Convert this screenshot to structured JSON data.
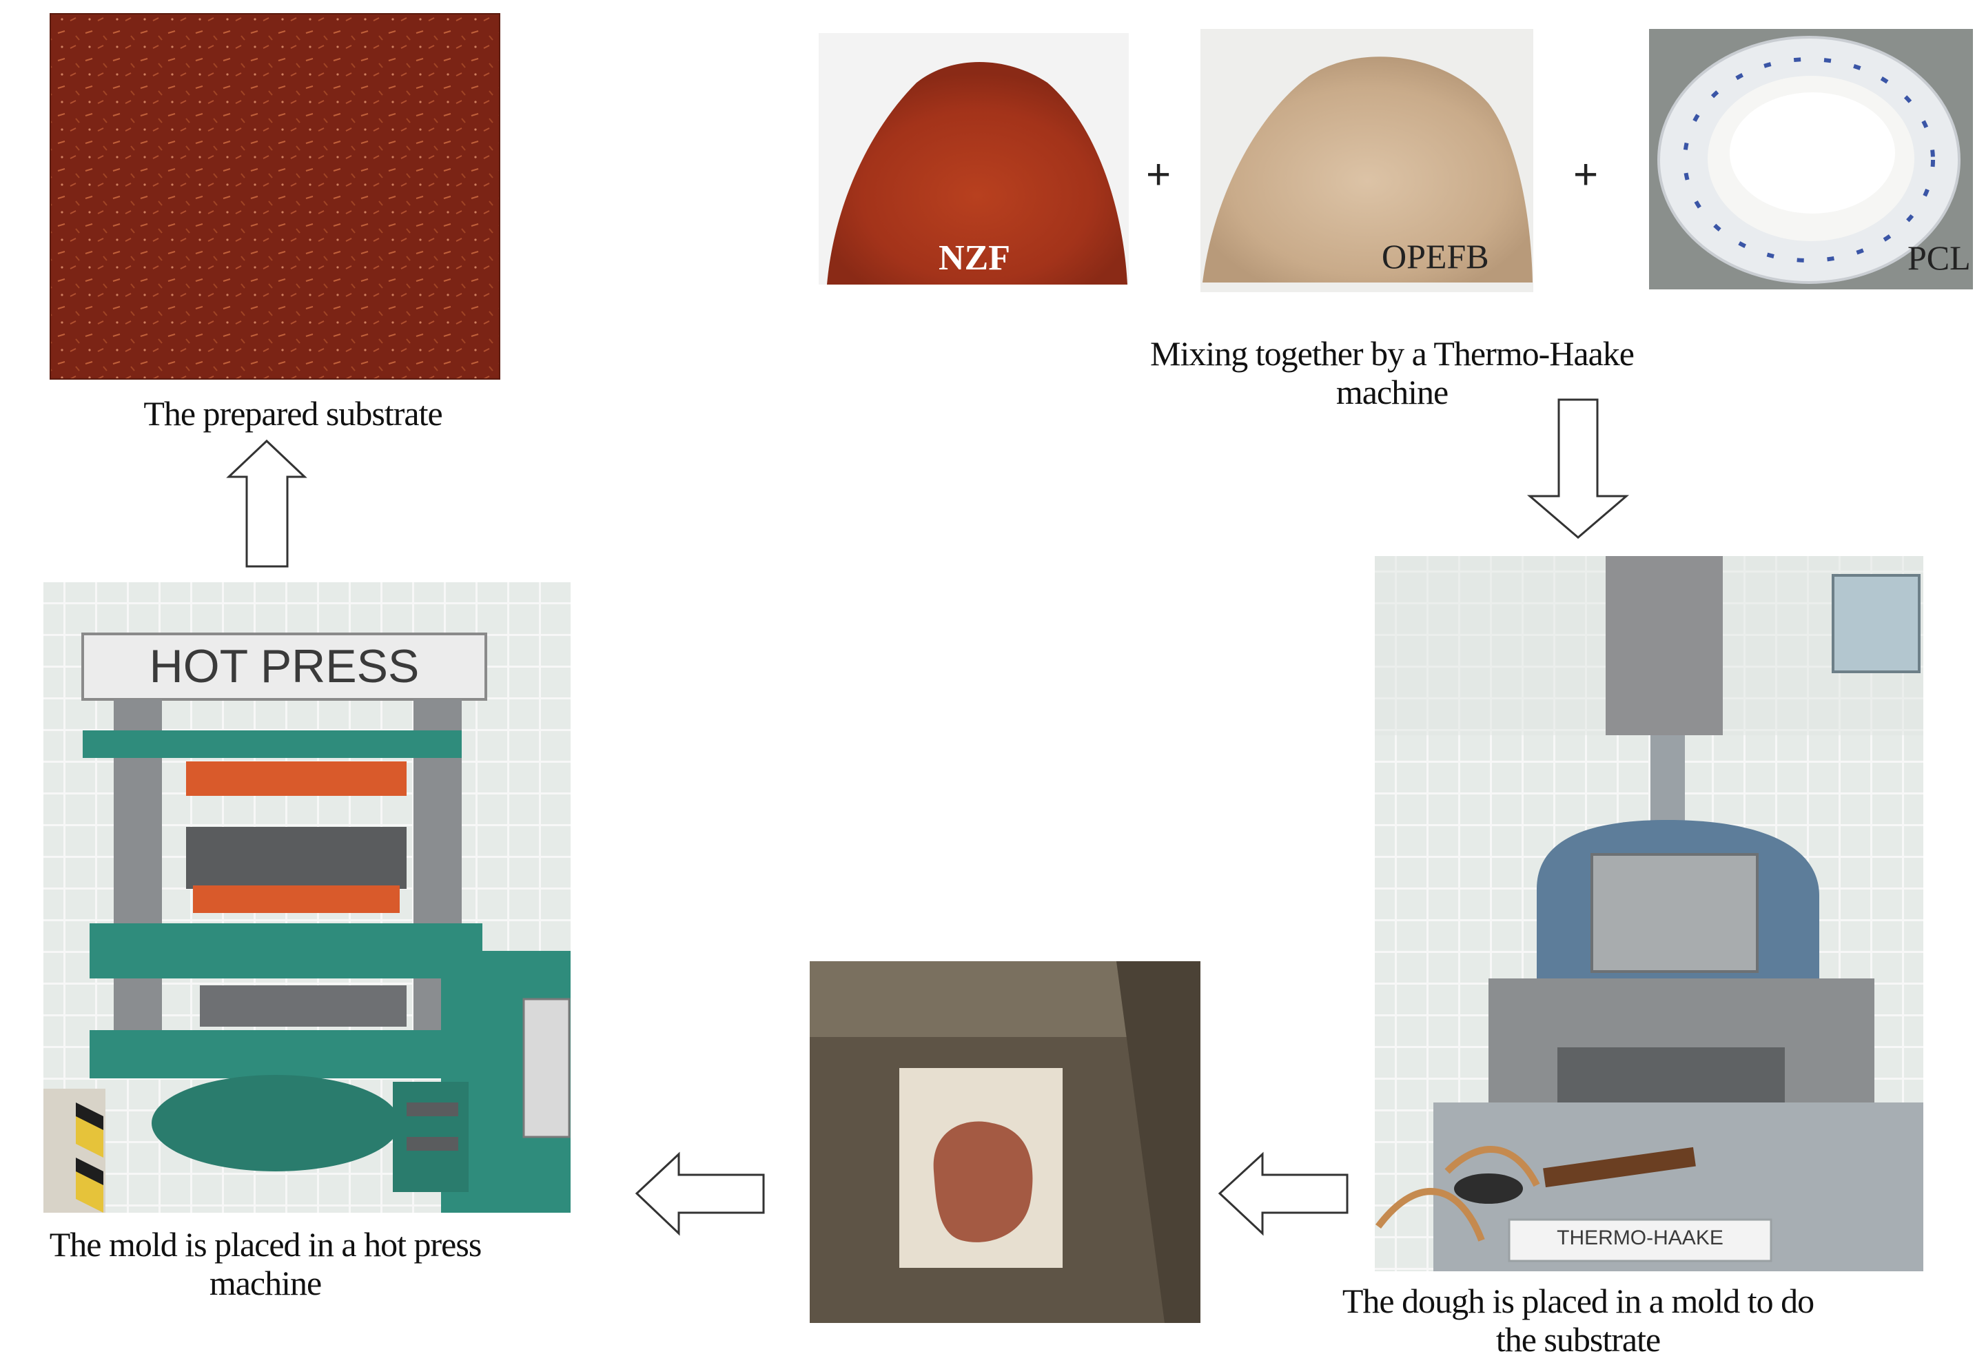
{
  "ingredients": [
    {
      "label": "NZF",
      "label_color": "#ffffff"
    },
    {
      "label": "OPEFB",
      "label_color": "#222222"
    },
    {
      "label": "PCL",
      "label_color": "#222222"
    }
  ],
  "plus_sign": "+",
  "hot_press_sign": "HOT PRESS",
  "thermo_haake_sign": "THERMO-HAAKE",
  "captions": {
    "mixing_line1": "Mixing together by a Thermo-Haake",
    "mixing_line2": "machine",
    "substrate": "The prepared substrate",
    "hot_press_line1": "The mold is placed in a hot press",
    "hot_press_line2": "machine",
    "dough_line1": "The dough is placed in a mold to do",
    "dough_line2": "the substrate"
  },
  "colors": {
    "nzf_powder": "#a8361c",
    "opefb_powder": "#d2b496",
    "pcl_pellets": "#f2f2f0",
    "substrate": "#7a2314",
    "machine_green": "#2f8c7c",
    "arrow_stroke": "#333333"
  }
}
